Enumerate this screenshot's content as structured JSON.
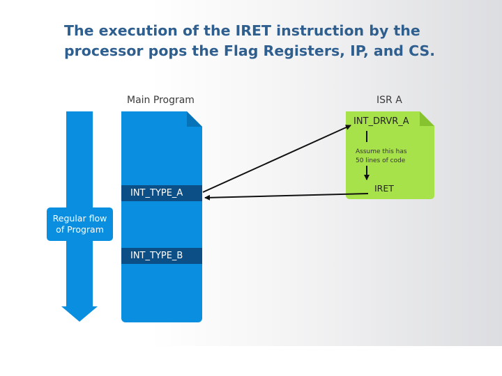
{
  "title_lines": [
    "The execution of the IRET instruction by the",
    "processor pops the Flag Registers, IP, and CS."
  ],
  "main_program": {
    "label": "Main Program",
    "rows": [
      "INT_TYPE_A",
      "INT_TYPE_B"
    ]
  },
  "flow": {
    "label_lines": [
      "Regular flow",
      "of Program"
    ]
  },
  "isr": {
    "label": "ISR A",
    "entry": "INT_DRVR_A",
    "note_lines": [
      "Assume this has",
      "50 lines of code"
    ],
    "exit": "IRET"
  },
  "colors": {
    "title": "#2f5f8f",
    "blue": "#0a8ee0",
    "dark_blue": "#0b4f86",
    "green": "#a8e24a"
  }
}
